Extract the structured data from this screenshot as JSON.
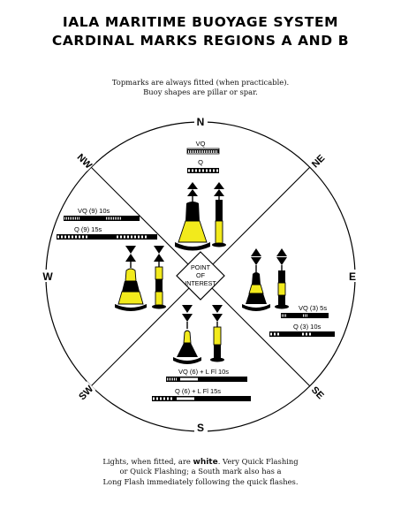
{
  "title": {
    "line1": "IALA MARITIME BUOYAGE SYSTEM",
    "line2": "CARDINAL MARKS REGIONS A AND B"
  },
  "intro": {
    "line1": "Topmarks are always fitted (when practicable).",
    "line2": "Buoy shapes are pillar or spar."
  },
  "compass": {
    "N": "N",
    "S": "S",
    "E": "E",
    "W": "W",
    "NE": "NE",
    "NW": "NW",
    "SE": "SE",
    "SW": "SW",
    "center": {
      "line1": "POINT",
      "line2": "OF",
      "line3": "INTEREST"
    }
  },
  "lights": {
    "north": {
      "vq": "VQ",
      "q": "Q"
    },
    "west": {
      "vq": "VQ (9) 10s",
      "q": "Q (9) 15s"
    },
    "east": {
      "vq": "VQ (3) 5s",
      "q": "Q (3) 10s"
    },
    "south": {
      "vq": "VQ (6) + L Fl 10s",
      "q": "Q (6) + L Fl 15s"
    }
  },
  "footer": {
    "line1_a": "Lights, when fitted, are",
    "line1_b": "white",
    "line1_c": ". Very Quick Flashing",
    "line2": "or Quick Flashing; a South mark also has a",
    "line3": "Long Flash  immediately following the quick flashes."
  },
  "colors": {
    "yellow": "#f2ea1c",
    "black": "#000000"
  }
}
